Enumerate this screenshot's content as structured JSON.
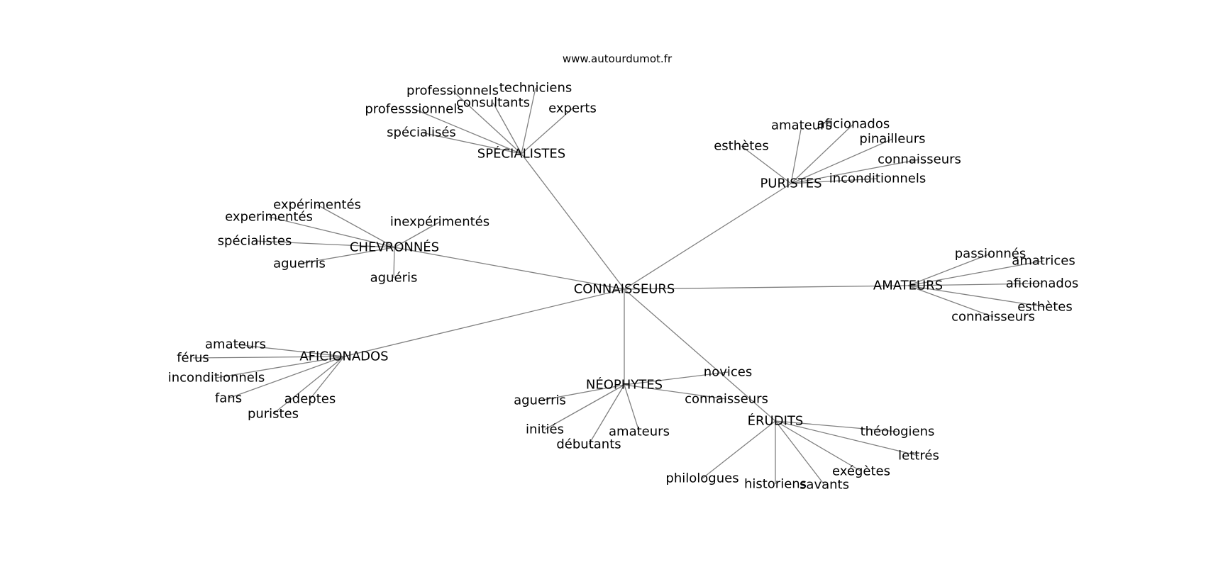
{
  "header": {
    "site": "www.autourdumot.fr"
  },
  "colors": {
    "edge": "#808080",
    "text": "#000000",
    "background": "#ffffff"
  },
  "graph": {
    "center": {
      "id": "connaisseurs",
      "label": "CONNAISSEURS"
    },
    "clusters": [
      {
        "id": "specialistes",
        "label": "SPÉCIALISTES",
        "leaves": [
          "professionnels",
          "techniciens",
          "consultants",
          "professsionnels",
          "experts",
          "spécialisés"
        ]
      },
      {
        "id": "puristes",
        "label": "PURISTES",
        "leaves": [
          "amateurs",
          "aficionados",
          "esthètes",
          "pinailleurs",
          "connaisseurs",
          "inconditionnels"
        ]
      },
      {
        "id": "chevronnes",
        "label": "CHEVRONNÉS",
        "leaves": [
          "expérimentés",
          "experimentés",
          "inexpérimentés",
          "spécialistes",
          "aguerris",
          "aguéris"
        ]
      },
      {
        "id": "amateurs",
        "label": "AMATEURS",
        "leaves": [
          "passionnés",
          "amatrices",
          "aficionados",
          "esthètes",
          "connaisseurs"
        ]
      },
      {
        "id": "aficionados",
        "label": "AFICIONADOS",
        "leaves": [
          "amateurs",
          "férus",
          "inconditionnels",
          "fans",
          "adeptes",
          "puristes"
        ]
      },
      {
        "id": "neophytes",
        "label": "NÉOPHYTES",
        "leaves": [
          "novices",
          "aguerris",
          "connaisseurs",
          "initiés",
          "amateurs",
          "débutants"
        ]
      },
      {
        "id": "erudits",
        "label": "ÉRUDITS",
        "leaves": [
          "théologiens",
          "lettrés",
          "exégètes",
          "philologues",
          "historiens",
          "savants"
        ]
      }
    ]
  }
}
